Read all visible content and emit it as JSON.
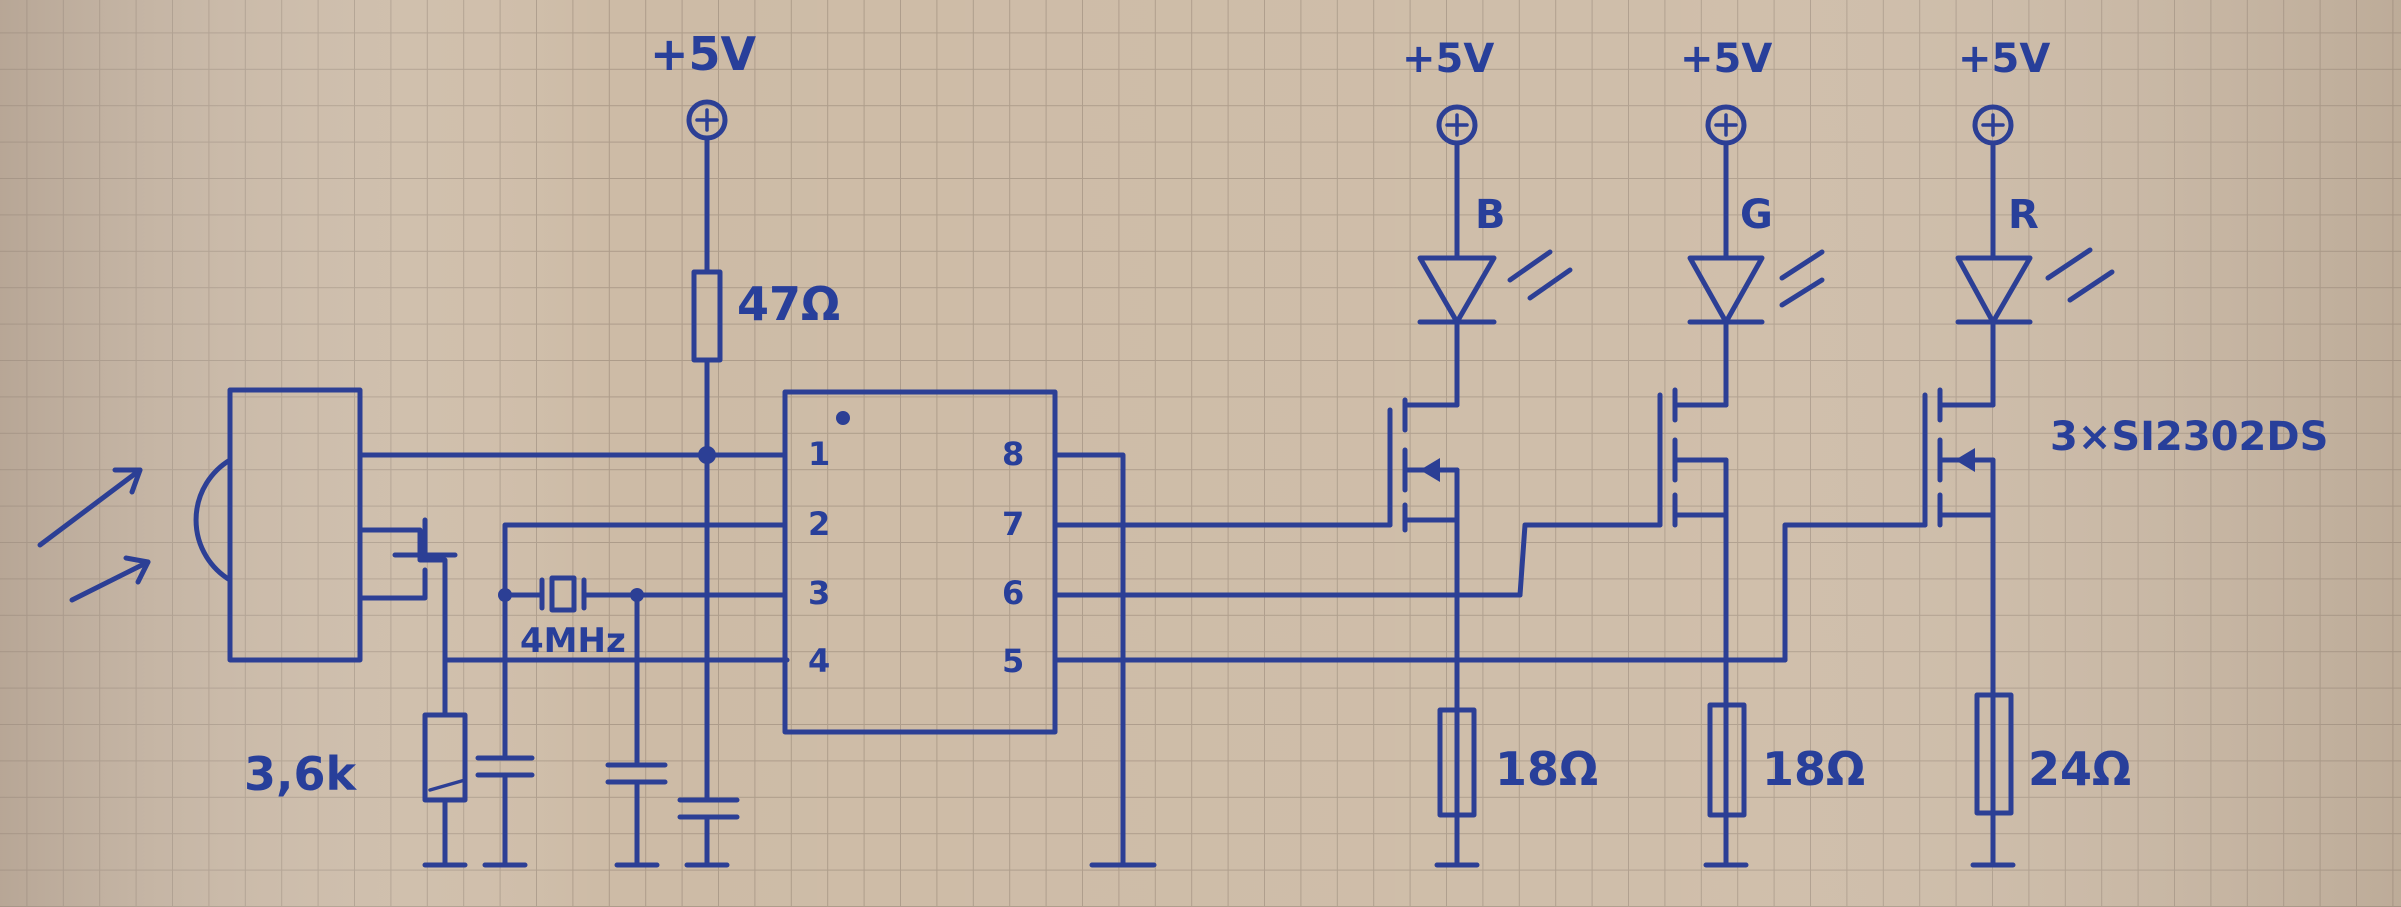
{
  "supply_labels": [
    "+5V",
    "+5V",
    "+5V",
    "+5V"
  ],
  "resistors": {
    "r_ic": "47Ω",
    "r_photo": "3,6k",
    "r_blue": "18Ω",
    "r_green": "18Ω",
    "r_red": "24Ω"
  },
  "crystal_label": "4MHz",
  "led_labels": {
    "blue": "B",
    "green": "G",
    "red": "R"
  },
  "mosfet_label": "3×SI2302DS",
  "ic_pins": [
    "1",
    "2",
    "3",
    "4",
    "5",
    "6",
    "7",
    "8"
  ],
  "colors": {
    "ink": "#2c3f95",
    "paper": "#cdbba6",
    "grid": "#ad9c8a"
  }
}
